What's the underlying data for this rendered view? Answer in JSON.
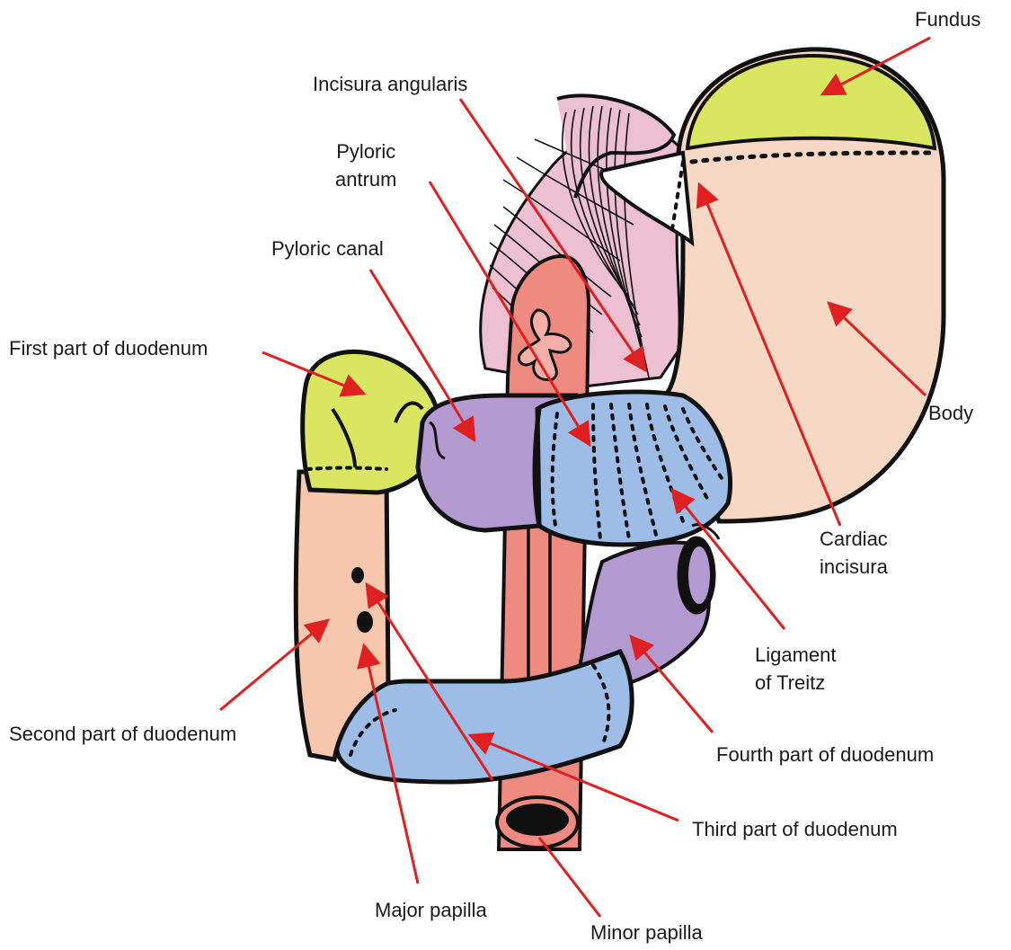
{
  "colors": {
    "outline": "#111111",
    "arrow": "#e02020",
    "fundus": "#d9e660",
    "body": "#f7d8c4",
    "pylorus_purple": "#b39ad1",
    "duodenum_blue": "#9dbde6",
    "duodenum_peach": "#f6c7ad",
    "aorta": "#ee8a80",
    "muscle_pink": "#ecc0d0"
  },
  "labels": {
    "fundus": "Fundus",
    "incisura_angularis": "Incisura angularis",
    "pyloric_antrum": [
      "Pyloric",
      "antrum"
    ],
    "pyloric_canal": "Pyloric canal",
    "first_part": "First part of duodenum",
    "body": "Body",
    "cardiac_incisura": [
      "Cardiac",
      "incisura"
    ],
    "ligament_of_treitz": [
      "Ligament",
      "of Treitz"
    ],
    "second_part": "Second part of duodenum",
    "fourth_part": "Fourth part of duodenum",
    "third_part": "Third part of duodenum",
    "major_papilla": "Major papilla",
    "minor_papilla": "Minor papilla"
  }
}
